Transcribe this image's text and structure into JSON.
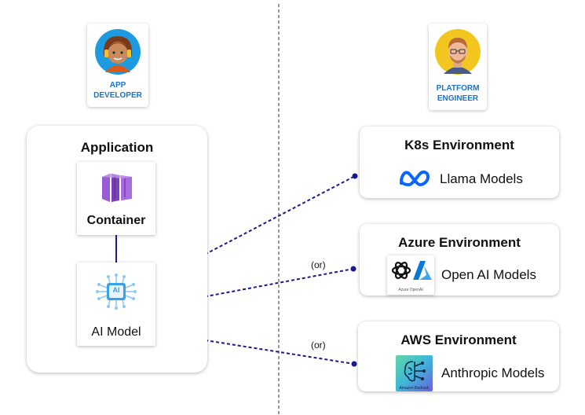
{
  "personas": {
    "app_developer": {
      "line1": "APP",
      "line2": "DEVELOPER"
    },
    "platform_engineer": {
      "line1": "PLATFORM",
      "line2": "ENGINEER"
    }
  },
  "application": {
    "title": "Application",
    "container_label": "Container",
    "ai_model_label": "AI Model",
    "ai_chip_text": "AI"
  },
  "environments": [
    {
      "title": "K8s Environment",
      "model": "Llama Models"
    },
    {
      "title": "Azure Environment",
      "model": "Open AI Models",
      "logo_caption": "Azure OpenAI"
    },
    {
      "title": "AWS Environment",
      "model": "Anthropic Models",
      "logo_caption": "Amazon Bedrock"
    }
  ],
  "connectors": {
    "or_label_1": "(or)",
    "or_label_2": "(or)"
  },
  "colors": {
    "connector": "#1a1a8c",
    "persona_label": "#1a73c9",
    "meta_blue": "#0866ff",
    "azure_blue": "#0a78d4",
    "container_purple": "#7b3fb8",
    "ai_chip_blue": "#3aa0e8"
  }
}
